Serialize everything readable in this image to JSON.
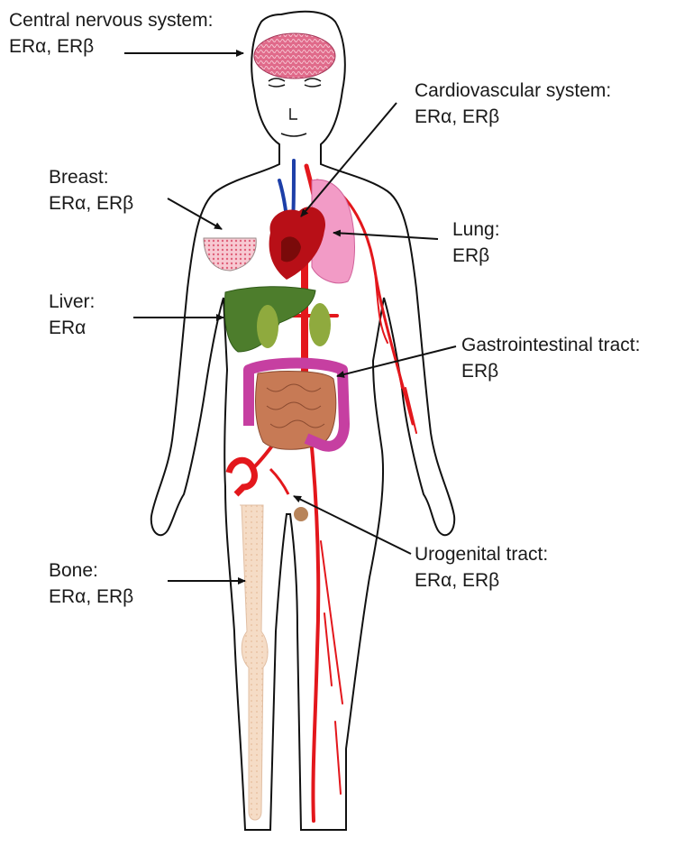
{
  "colors": {
    "outline": "#111111",
    "brain": "#e06a8a",
    "heart": "#b80f17",
    "heart_dark": "#7a0a0a",
    "artery": "#e3171c",
    "vein": "#1d3fa8",
    "lung": "#f29bc6",
    "liver": "#4d7d2c",
    "kidney": "#8faa3e",
    "colon": "#c63fa1",
    "intestine": "#c77a55",
    "breast": "#ef9eae",
    "bone": "#f3d8c1",
    "bladder": "#b8845a"
  },
  "labels": {
    "cns": {
      "name": "Central nervous system:",
      "receptors": "ERα, ERβ"
    },
    "cardio": {
      "name": "Cardiovascular system:",
      "receptors": "ERα, ERβ"
    },
    "breast": {
      "name": "Breast:",
      "receptors": "ERα, ERβ"
    },
    "lung": {
      "name": "Lung:",
      "receptors": "ERβ"
    },
    "liver": {
      "name": "Liver:",
      "receptors": "ERα"
    },
    "gi": {
      "name": "Gastrointestinal tract:",
      "receptors": "ERβ"
    },
    "bone": {
      "name": "Bone:",
      "receptors": "ERα, ERβ"
    },
    "urogenital": {
      "name": "Urogenital tract:",
      "receptors": "ERα, ERβ"
    }
  }
}
